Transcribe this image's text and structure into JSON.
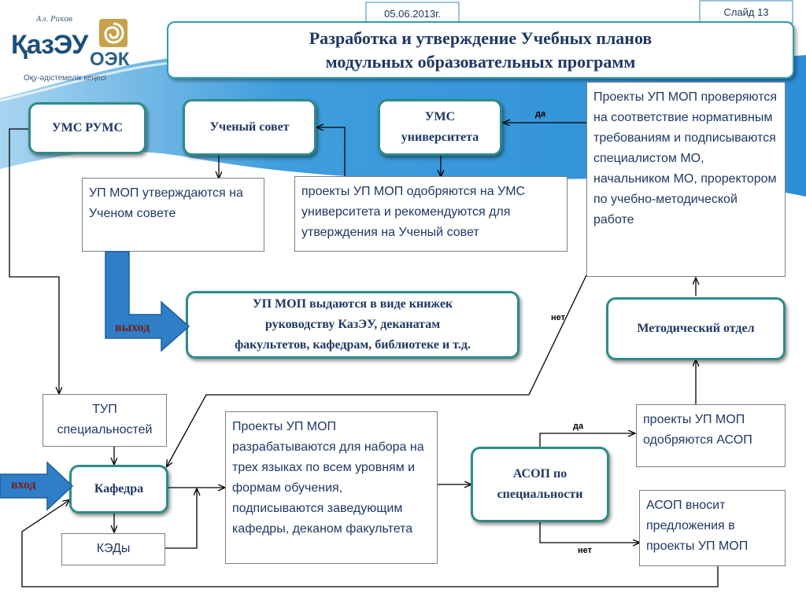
{
  "header": {
    "date": "05.06.2013г.",
    "slide": "Слайд  13"
  },
  "logo": {
    "signature": "Ал. Риков",
    "name_left": "ҚазЭУ",
    "name_right": "ОЭК",
    "subtitle": "Оқу-әдістемелік кеңесі"
  },
  "title": {
    "line1": "Разработка и утверждение  Учебных планов",
    "line2": "модульных образовательных программ"
  },
  "nodes": {
    "ums_rums": "УМС РУМС",
    "scientific_council": "Ученый совет",
    "ums_university_l1": "УМС",
    "ums_university_l2": "университета",
    "issued_l1": "УП МОП выдаются в виде  книжек",
    "issued_l2": "руководству КазЭУ,  деканатам",
    "issued_l3": "факультетов, кафедрам, библиотеке и т.д.",
    "methodical_dept": "Методический отдел",
    "department": "Кафедра",
    "asop_l1": "АСОП по",
    "asop_l2": "специальности"
  },
  "boxes": {
    "approved_council": "УП МОП утверждаются на Ученом совете",
    "approved_ums": "проекты УП МОП одобряются на УМС университета и рекомендуются для утверждения  на Ученый совет",
    "checked": "Проекты УП МОП проверяются  на соответствие нормативным требованиям и подписываются специалистом МО, начальником МО, проректором по учебно-методической работе",
    "tup": "ТУП специальностей",
    "developed": "Проекты УП МОП разрабатываются для набора на трех языках по всем уровням и формам обучения, подписываются заведующим кафедры, деканом факультета",
    "approved_asop": "проекты УП МОП одобряются АСОП",
    "asop_proposals": "АСОП вносит предложения в проекты УП МОП",
    "ked": "КЭДы"
  },
  "labels": {
    "yes_top": "да",
    "no_mid": "нет",
    "yes_asop": "да",
    "no_asop": "нет"
  },
  "block_arrows": {
    "exit": "выход",
    "entry": "вход"
  },
  "colors": {
    "node_border": "#2e8b87",
    "title_text": "#1f3864",
    "block_arrow": "#2e7fc7",
    "band": "#4aa3df"
  }
}
